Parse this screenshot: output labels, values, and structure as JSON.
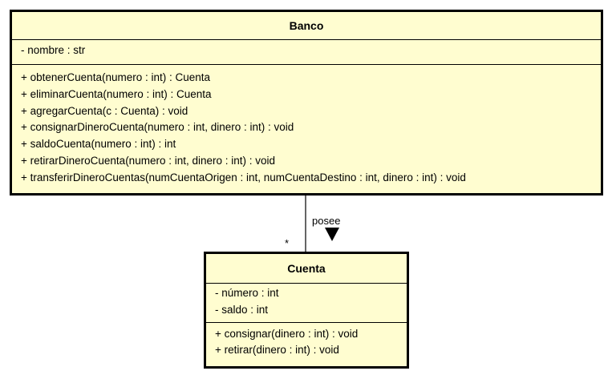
{
  "classes": {
    "banco": {
      "name": "Banco",
      "attributes": [
        "- nombre : str"
      ],
      "operations": [
        "+ obtenerCuenta(numero : int) : Cuenta",
        "+ eliminarCuenta(numero : int) : Cuenta",
        "+ agregarCuenta(c : Cuenta) : void",
        "+ consignarDineroCuenta(numero : int, dinero : int) : void",
        "+ saldoCuenta(numero : int) : int",
        "+ retirarDineroCuenta(numero : int, dinero : int) : void",
        "+ transferirDineroCuentas(numCuentaOrigen : int, numCuentaDestino : int, dinero : int) : void"
      ]
    },
    "cuenta": {
      "name": "Cuenta",
      "attributes": [
        "- número : int",
        "- saldo : int"
      ],
      "operations": [
        "+ consignar(dinero : int) : void",
        "+ retirar(dinero : int) : void"
      ]
    }
  },
  "association": {
    "label": "posee",
    "target_multiplicity": "*",
    "direction_marker": "filled-down-triangle"
  },
  "colors": {
    "class_fill": "#fffdd0",
    "border": "#000000",
    "background": "#ffffff"
  }
}
